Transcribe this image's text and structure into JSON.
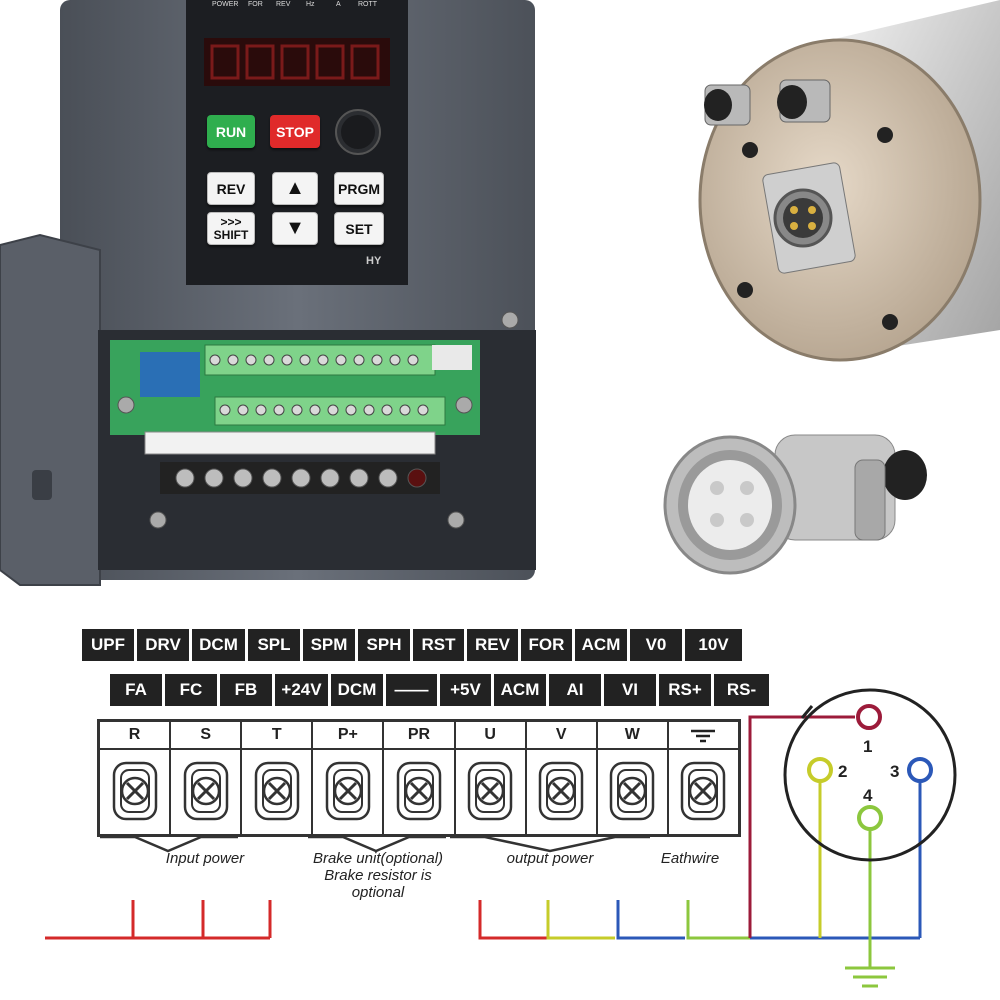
{
  "keypad": {
    "leds": [
      "POWER",
      "FOR",
      "REV",
      "Hz",
      "A",
      "ROTT"
    ],
    "buttons": {
      "run": "RUN",
      "stop": "STOP",
      "rev": "REV",
      "up": "▲",
      "prgm": "PRGM",
      "shift_arrows": ">>>",
      "shift": "SHIFT",
      "down": "▼",
      "set": "SET"
    },
    "brand": "HY"
  },
  "control_terminals": {
    "top_row": [
      "UPF",
      "DRV",
      "DCM",
      "SPL",
      "SPM",
      "SPH",
      "RST",
      "REV",
      "FOR",
      "ACM",
      "V0",
      "10V"
    ],
    "bottom_row": [
      "FA",
      "FC",
      "FB",
      "+24V",
      "DCM",
      "——",
      "+5V",
      "ACM",
      "AI",
      "VI",
      "RS+",
      "RS-"
    ]
  },
  "power_terminals": [
    "R",
    "S",
    "T",
    "P+",
    "PR",
    "U",
    "V",
    "W",
    "ground-symbol"
  ],
  "labels": {
    "input_power": "Input power",
    "brake_1": "Brake unit(optional)",
    "brake_2": "Brake resistor is",
    "brake_3": "optional",
    "output_power": "output power",
    "earthwire": "Eathwire"
  },
  "plug_pins": [
    "1",
    "2",
    "3",
    "4"
  ],
  "colors": {
    "input_wire": "#d42a2a",
    "pin1": "#9c1b3a",
    "pin2": "#c6cc2a",
    "pin3": "#2b58b8",
    "pin4": "#8cc73e",
    "terminal_label_bg": "#222222"
  }
}
